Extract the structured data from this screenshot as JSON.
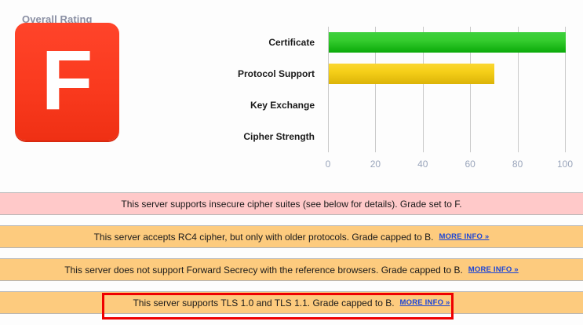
{
  "rating": {
    "label": "Overall Rating",
    "grade": "F",
    "grade_color": "#fa3a1e"
  },
  "chart_data": {
    "type": "bar",
    "orientation": "horizontal",
    "title": "",
    "xlabel": "",
    "ylabel": "",
    "categories": [
      "Certificate",
      "Protocol Support",
      "Key Exchange",
      "Cipher Strength"
    ],
    "values": [
      100,
      70,
      0,
      0
    ],
    "bar_colors": [
      "#22c522",
      "#f0c712",
      "#22c522",
      "#22c522"
    ],
    "xlim": [
      0,
      100
    ],
    "xticks": [
      0,
      20,
      40,
      60,
      80,
      100
    ],
    "xtick_labels": [
      "0",
      "20",
      "40",
      "60",
      "80",
      "100"
    ],
    "grid": true,
    "legend": false
  },
  "alerts": [
    {
      "severity": "critical",
      "color": "#ffc9c9",
      "text": "This server supports insecure cipher suites (see below for details). Grade set to F.",
      "link": "",
      "highlighted": false
    },
    {
      "severity": "warning",
      "color": "#fdcb7e",
      "text": "This server accepts RC4 cipher, but only with older protocols. Grade capped to B.",
      "link": "MORE INFO »",
      "highlighted": false
    },
    {
      "severity": "warning",
      "color": "#fdcb7e",
      "text": "This server does not support Forward Secrecy with the reference browsers. Grade capped to B.",
      "link": "MORE INFO »",
      "highlighted": false
    },
    {
      "severity": "warning",
      "color": "#fdcb7e",
      "text": "This server supports TLS 1.0 and TLS 1.1. Grade capped to B.",
      "link": "MORE INFO »",
      "highlighted": true
    }
  ],
  "annotation": {
    "color": "#ef0000"
  }
}
